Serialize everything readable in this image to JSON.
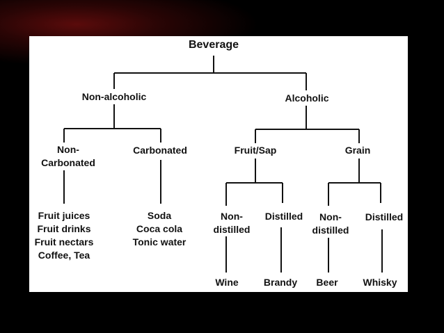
{
  "tree": {
    "root": "Beverage",
    "non_alcoholic": "Non-alcoholic",
    "alcoholic": "Alcoholic",
    "non_carbonated": "Non-\nCarbonated",
    "carbonated": "Carbonated",
    "fruit_sap": "Fruit/Sap",
    "grain": "Grain",
    "fs_non_distilled": "Non-\ndistilled",
    "fs_distilled": "Distilled",
    "gr_non_distilled": "Non-\ndistilled",
    "gr_distilled": "Distilled",
    "non_carbonated_examples": "Fruit juices\nFruit drinks\nFruit nectars\nCoffee, Tea",
    "carbonated_examples": "Soda\nCoca cola\nTonic water",
    "wine": "Wine",
    "brandy": "Brandy",
    "beer": "Beer",
    "whisky": "Whisky"
  }
}
